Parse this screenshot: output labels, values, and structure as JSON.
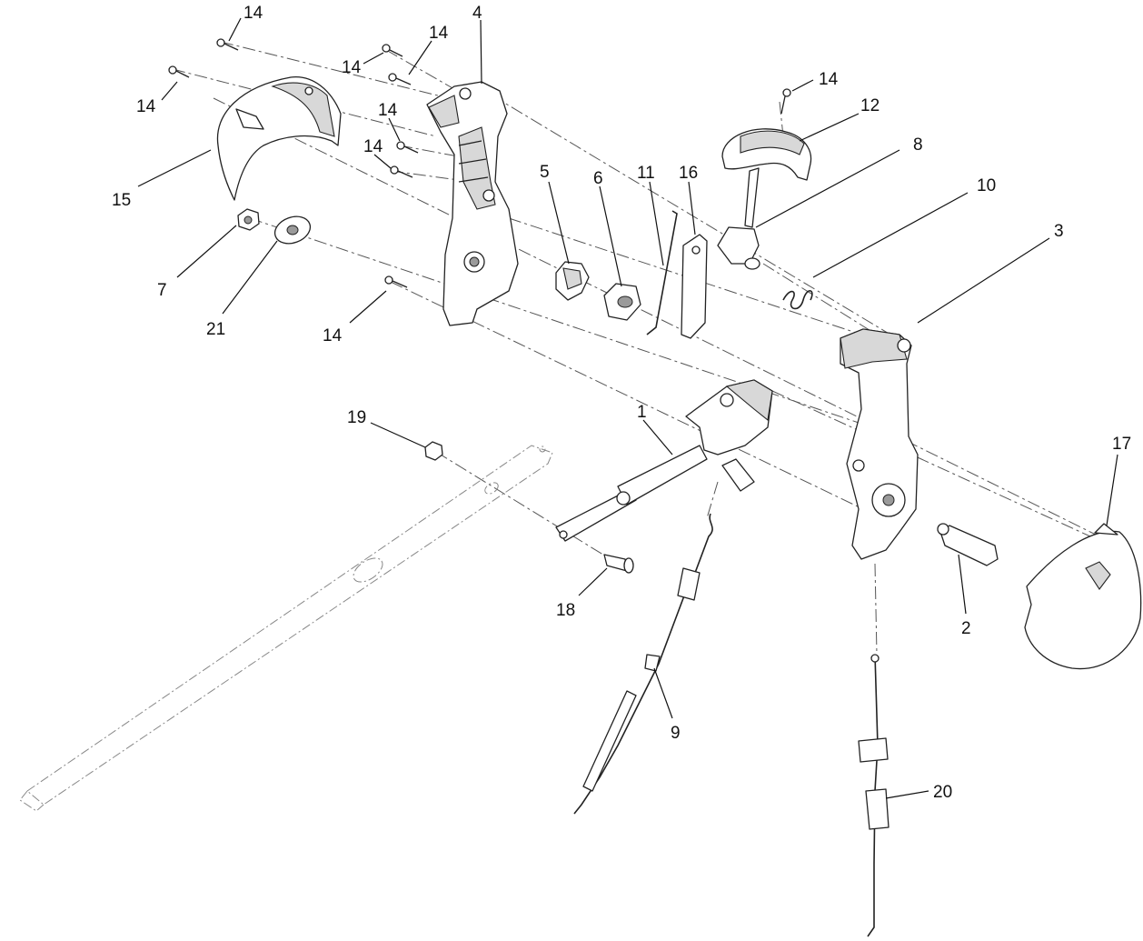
{
  "callouts": {
    "c1": "1",
    "c2": "2",
    "c3": "3",
    "c4": "4",
    "c5": "5",
    "c6": "6",
    "c7": "7",
    "c8": "8",
    "c9": "9",
    "c10": "10",
    "c11": "11",
    "c12": "12",
    "c14a": "14",
    "c14b": "14",
    "c14c": "14",
    "c14d": "14",
    "c14e": "14",
    "c14f": "14",
    "c14g": "14",
    "c14h": "14",
    "c15": "15",
    "c16": "16",
    "c17": "17",
    "c18": "18",
    "c19": "19",
    "c20": "20",
    "c21": "21"
  },
  "colors": {
    "line": "#222222",
    "shade": "#d8d8d8",
    "background": "#ffffff"
  }
}
